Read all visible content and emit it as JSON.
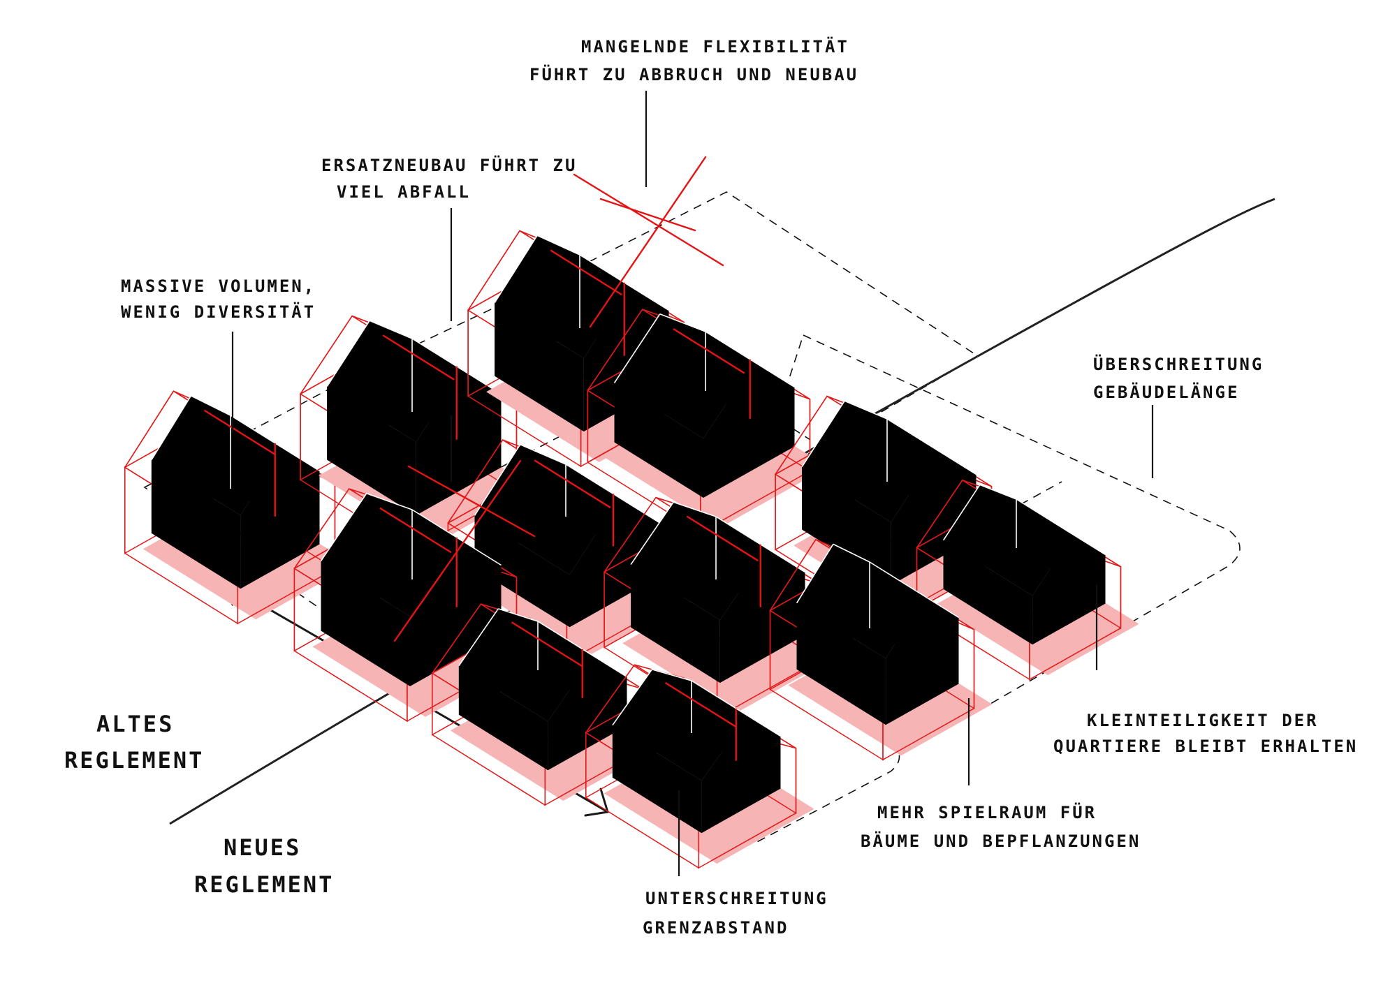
{
  "regimes": {
    "old": [
      "ALTES",
      "REGLEMENT"
    ],
    "new": [
      "NEUES",
      "REGLEMENT"
    ]
  },
  "annotations": {
    "inflexibility": [
      "MANGELNDE FLEXIBILITÄT",
      "FÜHRT ZU ABBRUCH UND NEUBAU"
    ],
    "waste": [
      "ERSATZNEUBAU FÜHRT ZU",
      "VIEL ABFALL"
    ],
    "massive": [
      "MASSIVE VOLUMEN,",
      "WENIG DIVERSITÄT"
    ],
    "exceed_length": [
      "ÜBERSCHREITUNG",
      "GEBÄUDELÄNGE"
    ],
    "small_scale": [
      "KLEINTEILIGKEIT DER",
      "QUARTIERE BLEIBT ERHALTEN"
    ],
    "more_room": [
      "MEHR SPIELRAUM FÜR",
      "BÄUME UND BEPFLANZUNGEN"
    ],
    "below_distance": [
      "UNTERSCHREITUNG",
      "GRENZABSTAND"
    ]
  },
  "colors": {
    "building": "#000000",
    "envelope": "#e01a1a",
    "shadow": "#f7b4b4",
    "ink": "#111111"
  },
  "icons": [
    "house-icon",
    "arrow-left-up-icon",
    "arrow-right-down-icon"
  ]
}
